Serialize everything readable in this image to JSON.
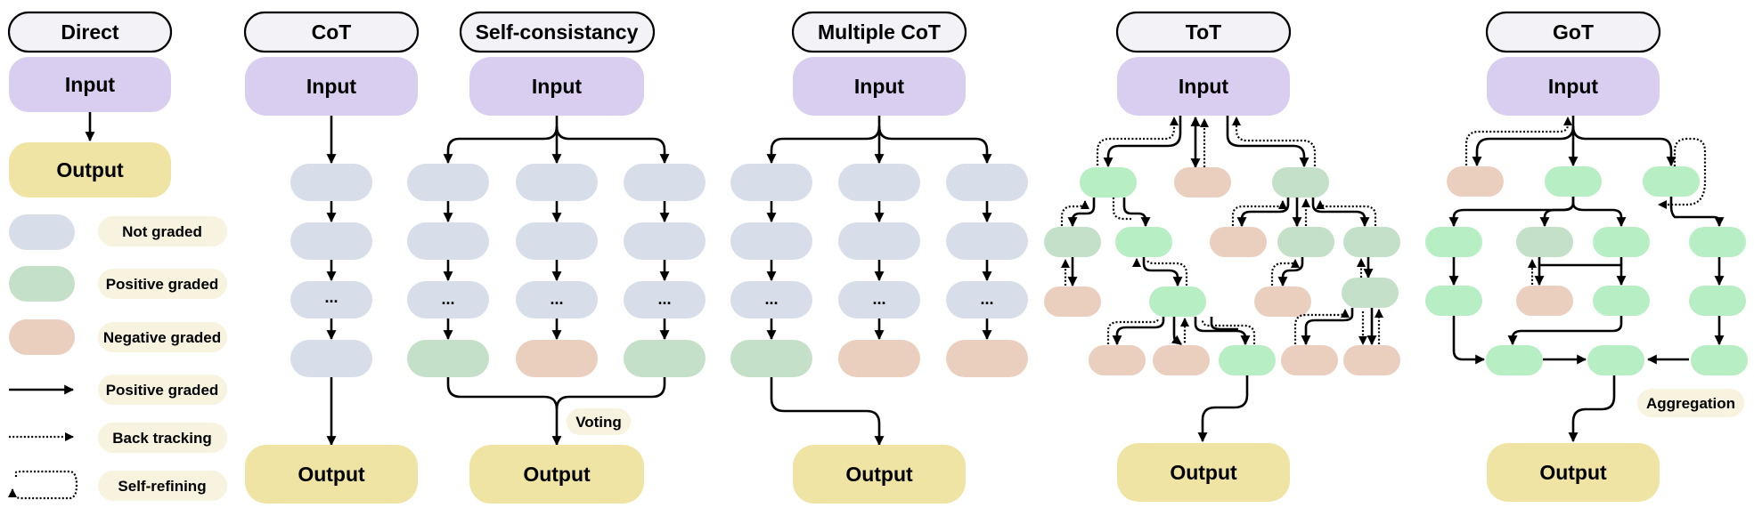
{
  "colors": {
    "header_fill": "#f3f3f7",
    "input_fill": "#d9cdf0",
    "output_fill": "#efe4a3",
    "not_graded": "#d7deea",
    "positive": "#c5e0c9",
    "positive_bright": "#b8eec3",
    "negative": "#ebcfbe",
    "tag_fill": "#f7f3df"
  },
  "columns": {
    "direct": {
      "title": "Direct",
      "input": "Input",
      "output": "Output"
    },
    "cot": {
      "title": "CoT",
      "input": "Input",
      "output": "Output",
      "ellipsis": "..."
    },
    "sc": {
      "title": "Self-consistancy",
      "input": "Input",
      "output": "Output",
      "ellipsis": "...",
      "voting": "Voting"
    },
    "mcot": {
      "title": "Multiple CoT",
      "input": "Input",
      "output": "Output",
      "ellipsis": "..."
    },
    "tot": {
      "title": "ToT",
      "input": "Input",
      "output": "Output"
    },
    "got": {
      "title": "GoT",
      "input": "Input",
      "output": "Output",
      "aggregation": "Aggregation"
    }
  },
  "legend": {
    "not_graded": "Not graded",
    "positive_graded": "Positive graded",
    "negative_graded": "Negative graded",
    "arrow_positive": "Positive graded",
    "back_tracking": "Back tracking",
    "self_refining": "Self-refining"
  }
}
